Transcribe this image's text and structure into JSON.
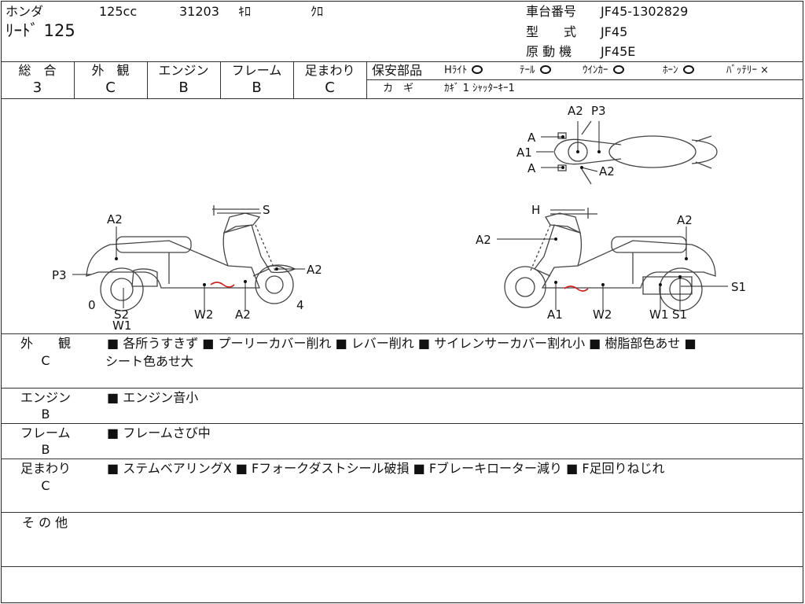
{
  "header": {
    "maker": "ホンダ",
    "displacement": "125cc",
    "mileage": "31203",
    "mileage_unit": "ｷﾛ",
    "color": "ｸﾛ",
    "model_name": "ﾘｰﾄﾞ 125",
    "frame_no_label": "車台番号",
    "frame_no": "JF45-1302829",
    "type_label": "型　　式",
    "type": "JF45",
    "engine_label": "原 動 機",
    "engine": "JF45E"
  },
  "grades": [
    {
      "label": "総　合",
      "value": "3"
    },
    {
      "label": "外　観",
      "value": "C"
    },
    {
      "label": "エンジン",
      "value": "B"
    },
    {
      "label": "フレーム",
      "value": "B"
    },
    {
      "label": "足まわり",
      "value": "C"
    }
  ],
  "safety": {
    "title": "保安部品",
    "items": [
      {
        "label": "Hﾗｲﾄ",
        "status": "ok"
      },
      {
        "label": "ﾃｰﾙ",
        "status": "ok"
      },
      {
        "label": "ｳｲﾝｶｰ",
        "status": "ok"
      },
      {
        "label": "ﾎｰﾝ",
        "status": "ok"
      },
      {
        "label": "ﾊﾞｯﾃﾘｰ",
        "status": "ng"
      }
    ],
    "ok_icon": "circle-mark",
    "ng_icon": "cross-mark",
    "ng_symbol": "×",
    "key_label": "カ　ギ",
    "key_value": "ｶｷﾞ 1 ｼｬｯﾀｰｷｰ1"
  },
  "diagram": {
    "left_labels": {
      "a2": "A2",
      "s": "S",
      "p3": "P3",
      "a2_front": "A2",
      "zero": "0",
      "s2": "S2",
      "w1": "W1",
      "w2": "W2",
      "a2_bottom": "A2",
      "four": "4"
    },
    "right_labels": {
      "h": "H",
      "a2_top": "A2",
      "a2_side": "A2",
      "s1": "S1",
      "a1": "A1",
      "w2": "W2",
      "w1": "W1",
      "s1_bottom": "S1"
    },
    "top_labels": {
      "a2": "A2",
      "p3": "P3",
      "a_top": "A",
      "a1": "A1",
      "a_bottom": "A",
      "a2_low": "A2"
    },
    "damage_color": "#cc2222"
  },
  "remarks": [
    {
      "label": "外　　観",
      "grade": "C",
      "lines": [
        "■ 各所うすきず ■ プーリーカバー削れ ■ レバー削れ ■ サイレンサーカバー割れ小 ■ 樹脂部色あせ ■",
        "シート色あせ大"
      ]
    },
    {
      "label": "エンジン",
      "grade": "B",
      "lines": [
        "■ エンジン音小"
      ]
    },
    {
      "label": "フレーム",
      "grade": "B",
      "lines": [
        "■ フレームさび中"
      ]
    },
    {
      "label": "足まわり",
      "grade": "C",
      "lines": [
        "■ ステムベアリングX ■ Fフォークダストシール破損 ■ Fブレーキローター減り ■ F足回りねじれ"
      ]
    },
    {
      "label": "そ の 他",
      "grade": "",
      "lines": []
    }
  ]
}
